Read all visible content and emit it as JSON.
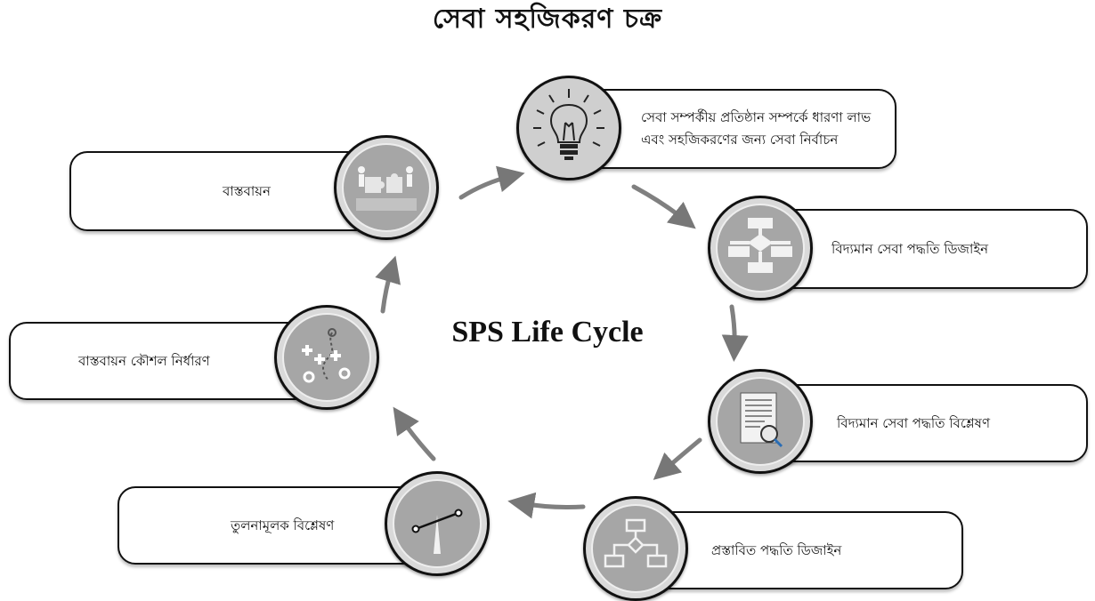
{
  "title": "সেবা সহজিকরণ চক্র",
  "center_label": "SPS Life Cycle",
  "steps": [
    {
      "label": "সেবা সম্পর্কীয় প্রতিষ্ঠান সম্পর্কে ধারণা লাভ এবং সহজিকরণের জন্য সেবা নির্বাচন",
      "icon": "lightbulb-icon"
    },
    {
      "label": "বিদ্যমান সেবা পদ্ধতি ডিজাইন",
      "icon": "flowchart-icon"
    },
    {
      "label": "বিদ্যমান সেবা পদ্ধতি বিশ্লেষণ",
      "icon": "document-search-icon"
    },
    {
      "label": "প্রস্তাবিত পদ্ধতি ডিজাইন",
      "icon": "flowchart-icon"
    },
    {
      "label": "তুলনামূলক বিশ্লেষণ",
      "icon": "balance-icon"
    },
    {
      "label": "বাস্তবায়ন কৌশল নির্ধারণ",
      "icon": "strategy-icon"
    },
    {
      "label": "বাস্তবায়ন",
      "icon": "puzzle-icon"
    }
  ]
}
